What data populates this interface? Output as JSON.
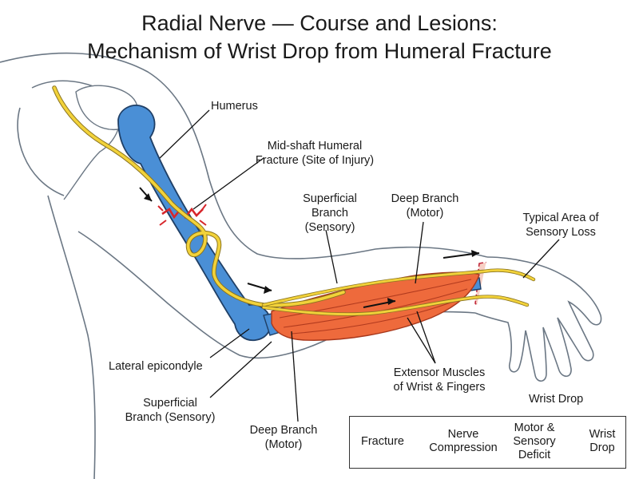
{
  "title": {
    "line1": "Radial Nerve — Course and Lesions:",
    "line2": "Mechanism of Wrist Drop from Humeral Fracture"
  },
  "labels": {
    "humerus": [
      "Humerus"
    ],
    "fracture": [
      "Mid-shaft Humeral",
      "Fracture (Site of Injury)"
    ],
    "superficial_top": [
      "Superficial",
      "Branch",
      "(Sensory)"
    ],
    "deep_top": [
      "Deep Branch",
      "(Motor)"
    ],
    "sensory_loss": [
      "Typical Area of",
      "Sensory Loss"
    ],
    "lateral_epicondyle": [
      "Lateral epicondyle"
    ],
    "superficial_bottom": [
      "Superficial",
      "Branch (Sensory)"
    ],
    "deep_bottom": [
      "Deep Branch",
      "(Motor)"
    ],
    "extensors": [
      "Extensor Muscles",
      "of Wrist & Fingers"
    ],
    "wrist_drop": [
      "Wrist Drop"
    ]
  },
  "flow": {
    "steps": [
      [
        "Fracture"
      ],
      [
        "Nerve",
        "Compression"
      ],
      [
        "Motor &",
        "Sensory",
        "Deficit"
      ],
      [
        "Wrist",
        "Drop"
      ]
    ]
  },
  "colors": {
    "bone": "#4a8fd6",
    "nerve": "#f2d23a",
    "muscle": "#ee6a3c",
    "sensory_area": "#f7cfc4",
    "fracture_mark": "#d7262b"
  }
}
